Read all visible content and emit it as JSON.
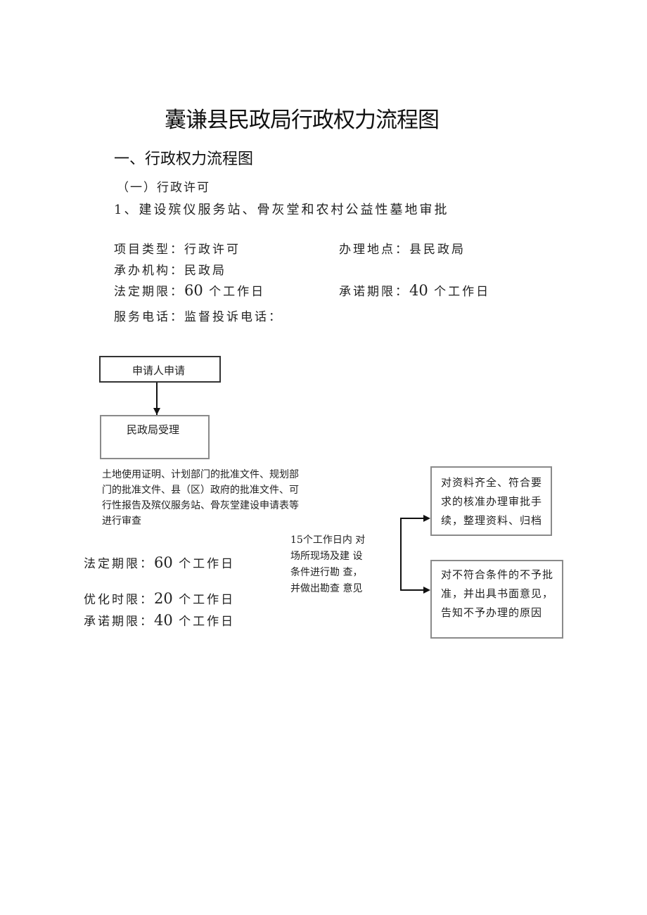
{
  "document": {
    "title": "囊谦县民政局行政权力流程图",
    "section_heading": "一、行政权力流程图",
    "subsection": "（一）行政许可",
    "item_title": "1、建设殡仪服务站、骨灰堂和农村公益性墓地审批"
  },
  "info": {
    "project_type": {
      "label": "项目类型：",
      "value": "行政许可"
    },
    "location": {
      "label": "办理地点：",
      "value": "县民政局"
    },
    "agency": {
      "label": "承办机构：",
      "value": "民政局"
    },
    "legal_limit": {
      "label": "法定期限：",
      "number": "60",
      "unit": " 个工作日"
    },
    "promised_limit": {
      "label": "承诺期限：",
      "number": "40",
      "unit": " 个工作日"
    },
    "phone": {
      "label": "服务电话：",
      "complaint_label": "监督投诉电话："
    }
  },
  "flowchart": {
    "step1": "申请人申请",
    "step2": "民政局受理",
    "review_note": "土地使用证明、计划部门的批准文件、规划部门的批准文件、县（区）政府的批准文件、可行性报告及殡仪服务站、骨灰堂建设申请表等进行审查",
    "inspection_note": [
      "15个工作日内 对",
      "场所现场及建 设",
      "条件进行勘 查，",
      "并做出勘查 意见"
    ],
    "approve_outcome": "对资料齐全、符合要求的核准办理审批手续，整理资料、归档",
    "reject_outcome": "对不符合条件的不予批准，并出具书面意见，告知不予办理的原因",
    "limits": {
      "legal": {
        "label": "法定期限：",
        "number": "60",
        "unit": " 个工作日"
      },
      "optimized": {
        "label": "优化时限：",
        "number": "20",
        "unit": " 个工作日"
      },
      "promised": {
        "label": "承诺期限：",
        "number": "40",
        "unit": " 个工作日"
      }
    }
  }
}
